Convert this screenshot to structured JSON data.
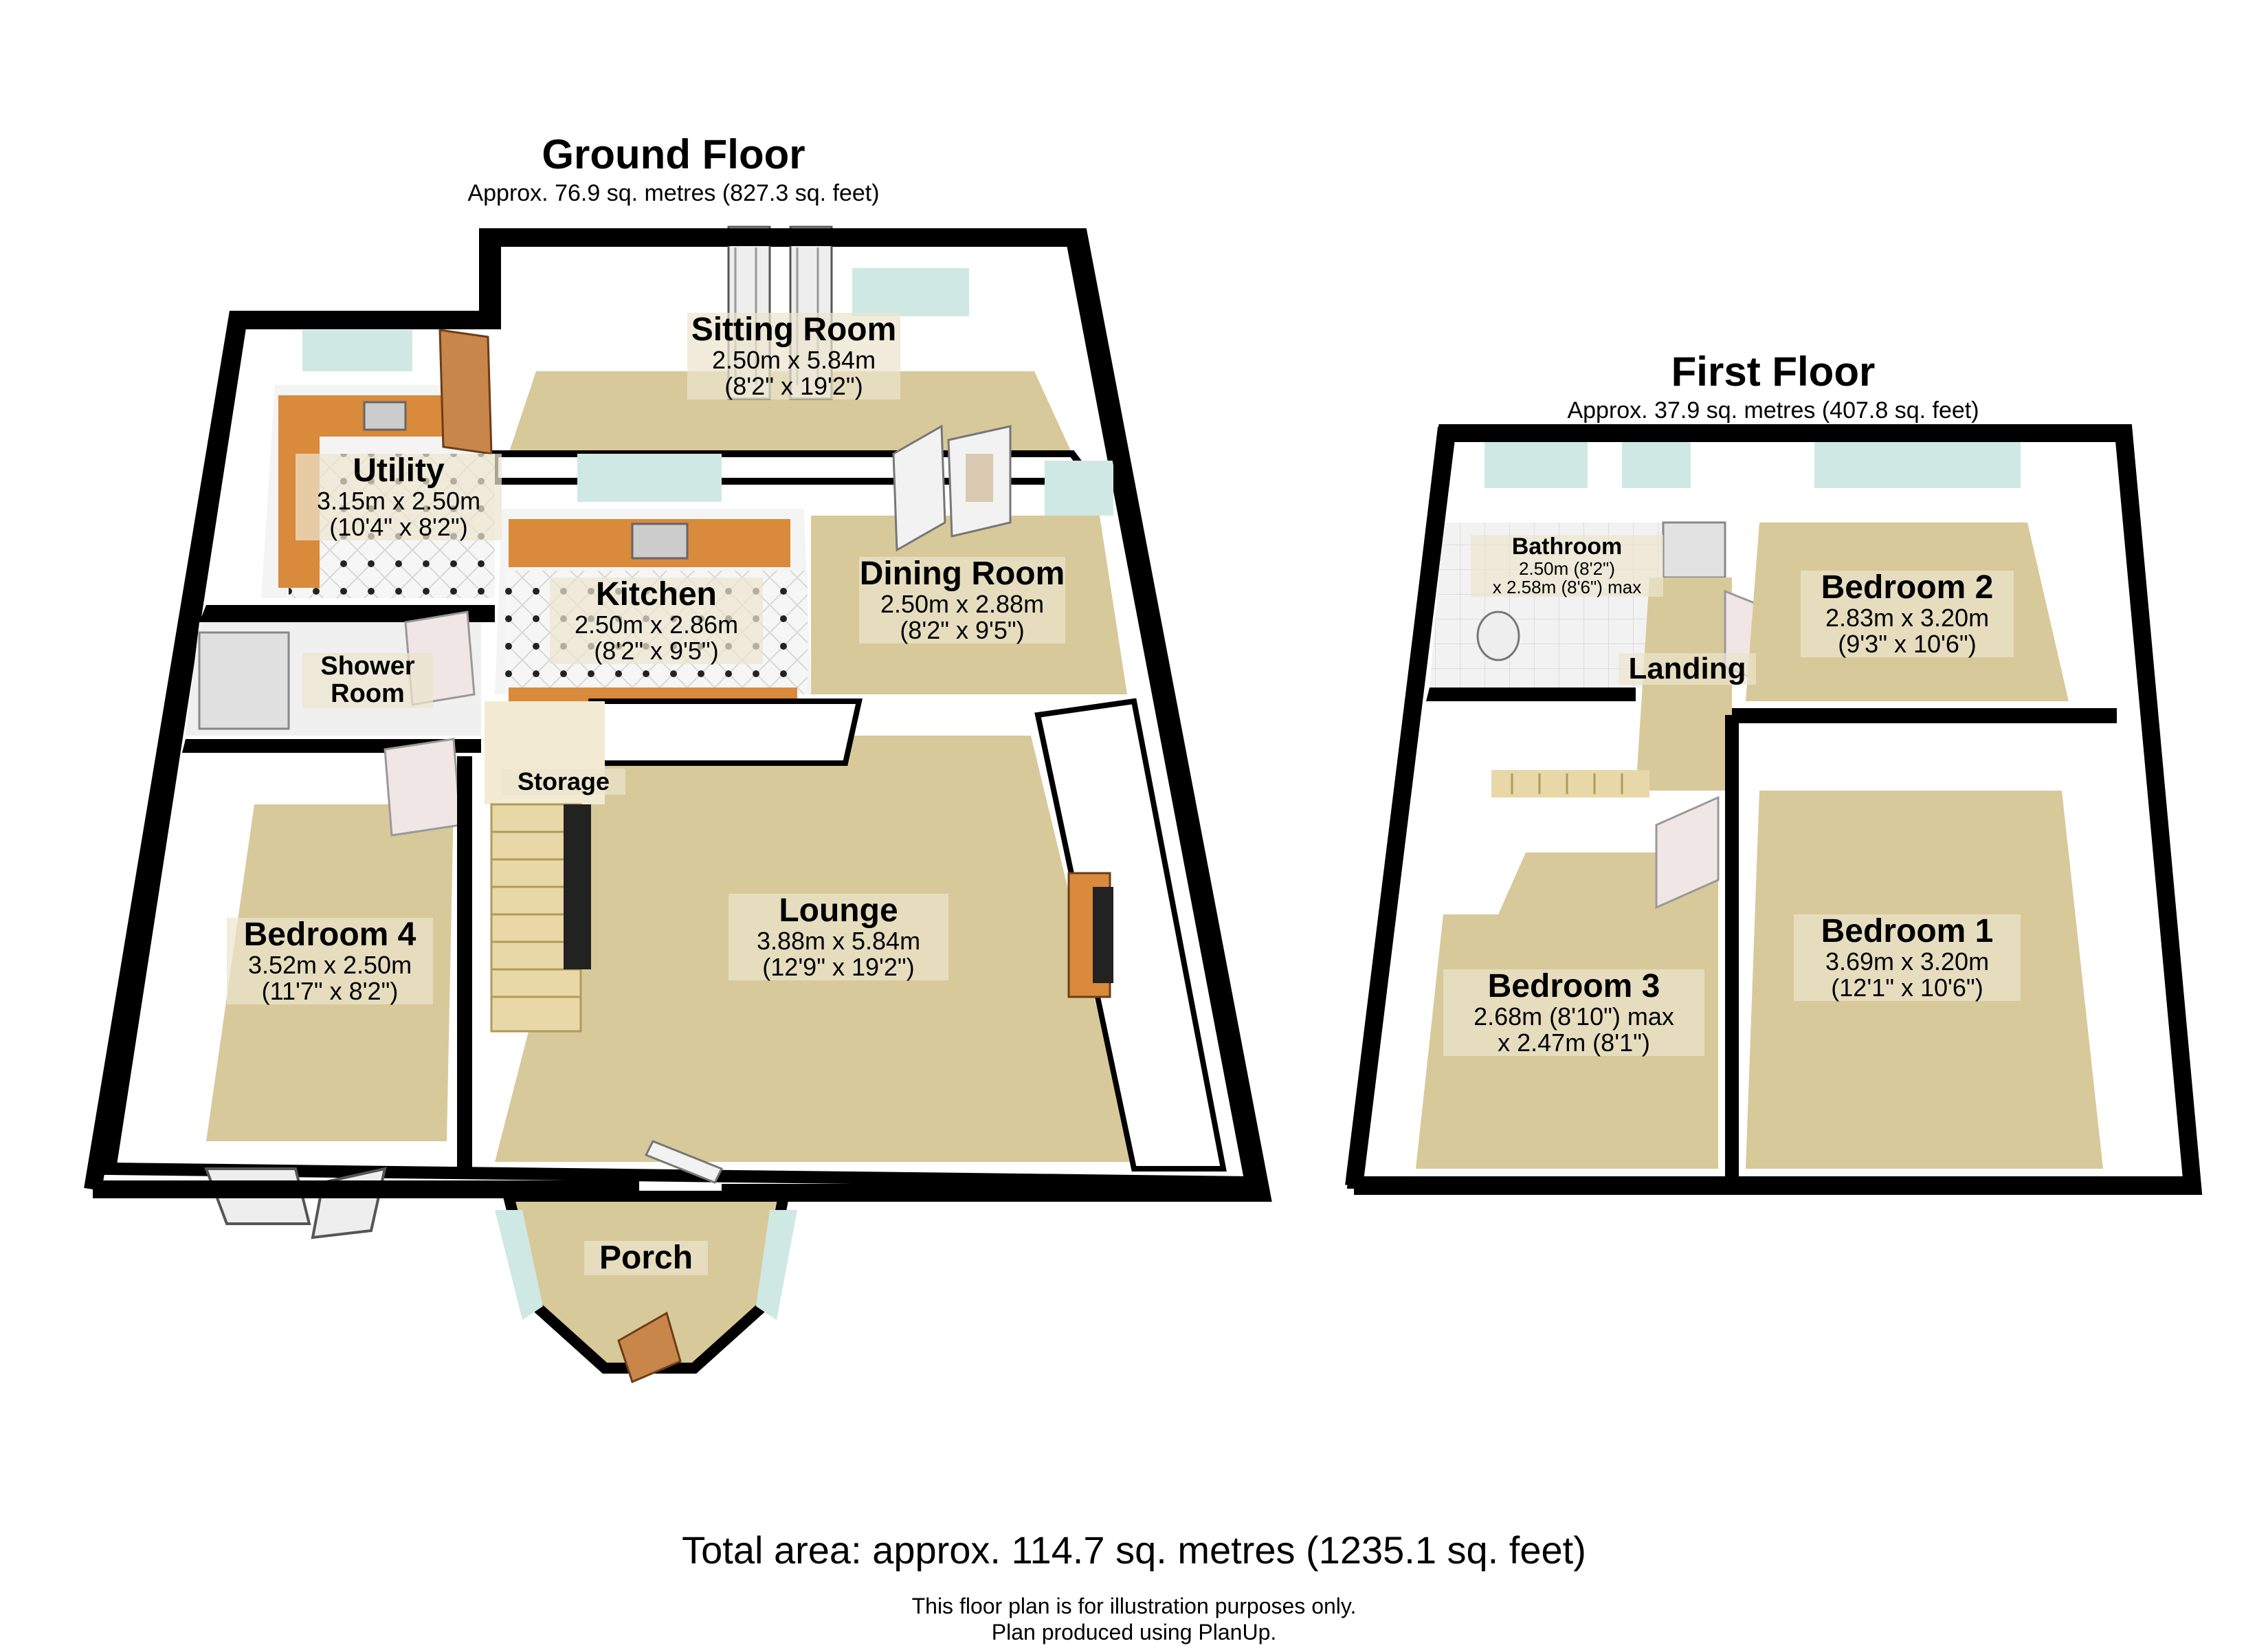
{
  "ground_floor": {
    "title": "Ground Floor",
    "area": "Approx. 76.9 sq. metres (827.3 sq. feet)",
    "rooms": {
      "sitting_room": {
        "name": "Sitting Room",
        "metric": "2.50m x 5.84m",
        "imperial": "(8'2\" x 19'2\")"
      },
      "utility": {
        "name": "Utility",
        "metric": "3.15m x 2.50m",
        "imperial": "(10'4\" x 8'2\")"
      },
      "kitchen": {
        "name": "Kitchen",
        "metric": "2.50m x 2.86m",
        "imperial": "(8'2\" x 9'5\")"
      },
      "dining_room": {
        "name": "Dining Room",
        "metric": "2.50m x 2.88m",
        "imperial": "(8'2\" x 9'5\")"
      },
      "shower_room": {
        "name": "Shower Room"
      },
      "storage": {
        "name": "Storage"
      },
      "bedroom4": {
        "name": "Bedroom 4",
        "metric": "3.52m x 2.50m",
        "imperial": "(11'7\" x 8'2\")"
      },
      "lounge": {
        "name": "Lounge",
        "metric": "3.88m x 5.84m",
        "imperial": "(12'9\" x 19'2\")"
      },
      "porch": {
        "name": "Porch"
      }
    }
  },
  "first_floor": {
    "title": "First Floor",
    "area": "Approx. 37.9 sq. metres (407.8 sq. feet)",
    "rooms": {
      "bathroom": {
        "name": "Bathroom",
        "line1": "2.50m (8'2\")",
        "line2": "x 2.58m (8'6\") max"
      },
      "landing": {
        "name": "Landing"
      },
      "bedroom2": {
        "name": "Bedroom 2",
        "metric": "2.83m x 3.20m",
        "imperial": "(9'3\" x 10'6\")"
      },
      "bedroom1": {
        "name": "Bedroom 1",
        "metric": "3.69m x 3.20m",
        "imperial": "(12'1\" x 10'6\")"
      },
      "bedroom3": {
        "name": "Bedroom 3",
        "line1": "2.68m (8'10\") max",
        "line2": "x 2.47m (8'1\")"
      }
    }
  },
  "total_area": "Total area: approx. 114.7 sq. metres (1235.1 sq. feet)",
  "disclaimer": "This floor plan is for illustration purposes only.",
  "credit": "Plan produced using PlanUp.",
  "colors": {
    "wall": "#000000",
    "carpet": "#d8c99a",
    "tile": "#f4f4f4",
    "worktop": "#d98a3a",
    "window": "#cfe8e4"
  }
}
